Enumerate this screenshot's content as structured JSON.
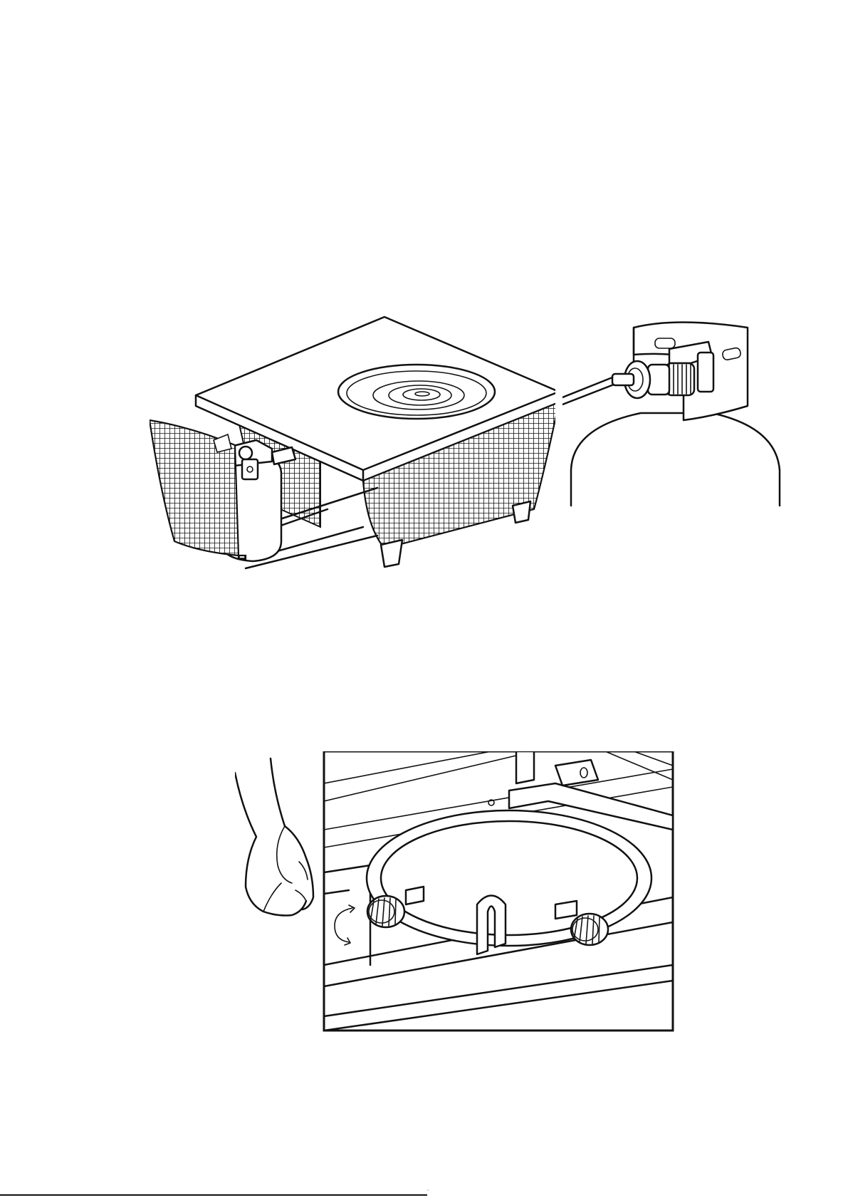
{
  "page": {
    "footer_mark": "¨"
  },
  "figures": {
    "top_left": {
      "icon": "fire-table-with-propane-tank-illustration"
    },
    "top_right": {
      "icon": "propane-cylinder-valve-connection-illustration"
    },
    "bottom": {
      "icon": "burner-ring-knob-adjustment-illustration"
    }
  },
  "colors": {
    "ink": "#111111",
    "paper": "#ffffff",
    "mark": "#1a8f2f"
  }
}
